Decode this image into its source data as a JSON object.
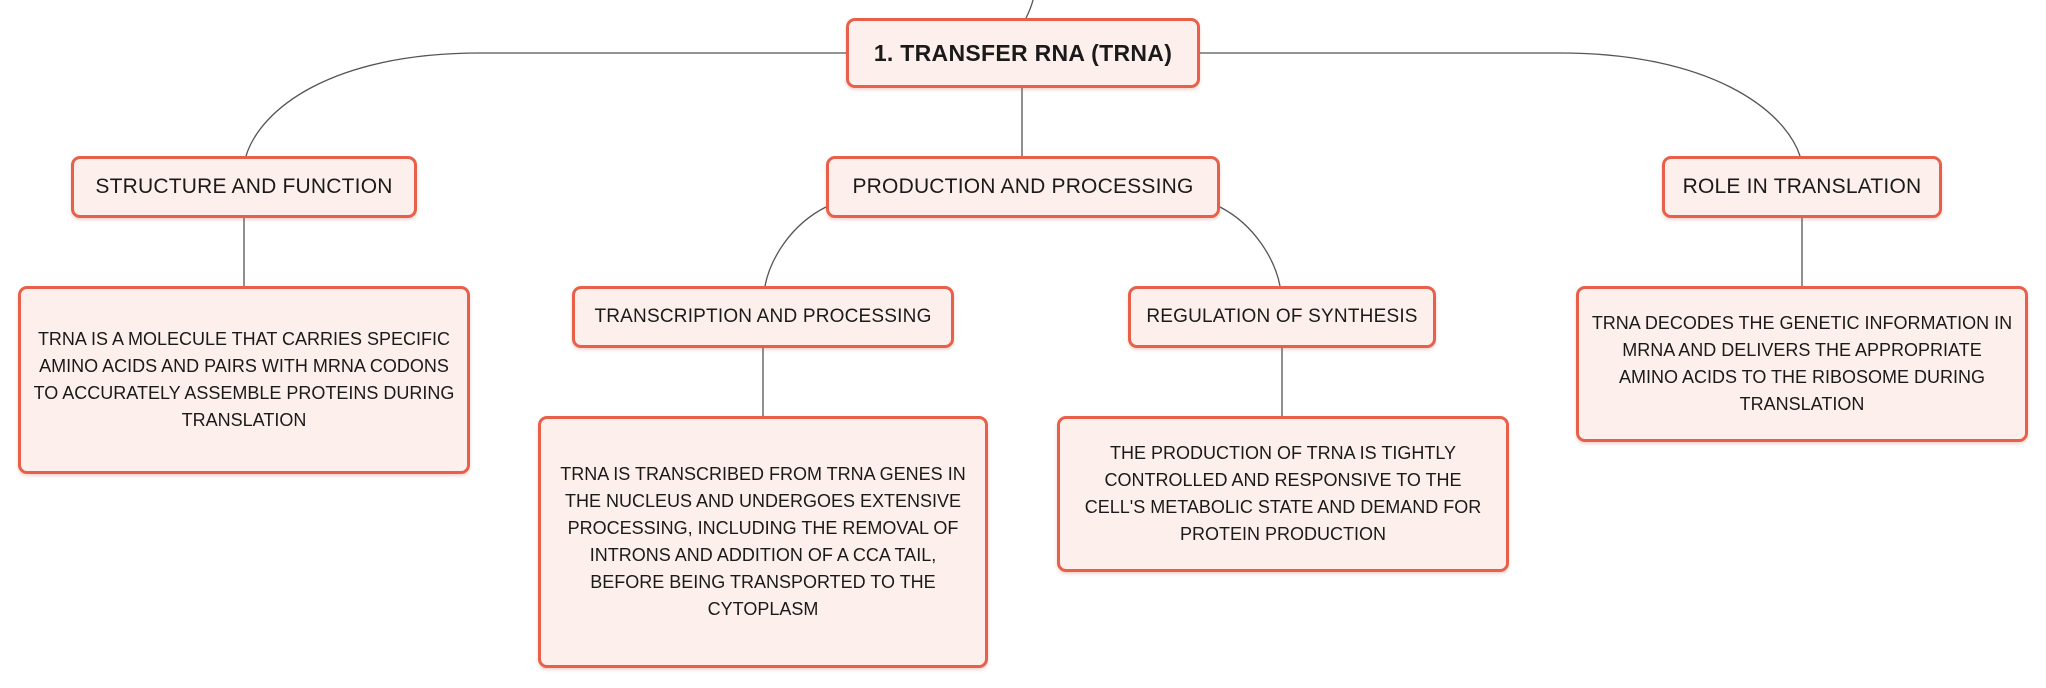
{
  "diagram": {
    "root": {
      "label": "1. TRANSFER RNA (TRNA)"
    },
    "branches": {
      "structure": {
        "label": "STRUCTURE AND FUNCTION",
        "detail": "TRNA IS A MOLECULE THAT CARRIES SPECIFIC AMINO ACIDS AND PAIRS WITH MRNA CODONS TO ACCURATELY ASSEMBLE PROTEINS DURING TRANSLATION"
      },
      "production": {
        "label": "PRODUCTION AND PROCESSING",
        "transcription": {
          "label": "TRANSCRIPTION AND PROCESSING",
          "detail": "TRNA IS TRANSCRIBED FROM TRNA GENES IN THE NUCLEUS AND UNDERGOES EXTENSIVE PROCESSING, INCLUDING THE REMOVAL OF INTRONS AND ADDITION OF A CCA TAIL, BEFORE BEING TRANSPORTED TO THE CYTOPLASM"
        },
        "regulation": {
          "label": "REGULATION OF SYNTHESIS",
          "detail": "THE PRODUCTION OF TRNA IS TIGHTLY CONTROLLED AND RESPONSIVE TO THE CELL'S METABOLIC STATE AND DEMAND FOR PROTEIN PRODUCTION"
        }
      },
      "translation": {
        "label": "ROLE IN TRANSLATION",
        "detail": "TRNA DECODES THE GENETIC INFORMATION IN MRNA AND DELIVERS THE APPROPRIATE AMINO ACIDS TO THE RIBOSOME DURING TRANSLATION"
      }
    }
  },
  "colors": {
    "node_border": "#e8604a",
    "node_fill": "#fdf0ec",
    "connector": "#555555",
    "text": "#1a1a1a"
  }
}
